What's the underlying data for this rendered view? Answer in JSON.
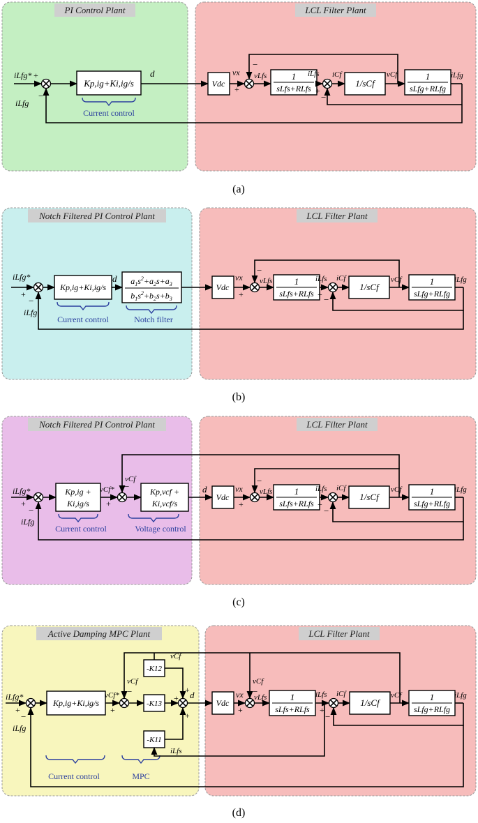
{
  "colors": {
    "pi_panel": "#c4efc2",
    "notch_panel": "#c9efee",
    "voltage_panel": "#e9bde9",
    "mpc_panel": "#f8f6bd",
    "lcl_panel": "#f7bcbb",
    "title_tab": "#cfcfcf",
    "brace_blue": "#2b3f9e"
  },
  "panels": {
    "a": {
      "caption": "(a)",
      "left_title": "PI Control Plant",
      "right_title": "LCL Filter Plant",
      "ctrl_block": "Kp,ig+Ki,ig/s",
      "ctrl_label": "Current control"
    },
    "b": {
      "caption": "(b)",
      "left_title": "Notch Filtered PI Control Plant",
      "right_title": "LCL Filter Plant",
      "ctrl_block": "Kp,ig+Ki,ig/s",
      "ctrl_label": "Current control",
      "notch_label": "Notch filter"
    },
    "c": {
      "caption": "(c)",
      "left_title": "Notch Filtered PI Control Plant",
      "right_title": "LCL Filter Plant",
      "ctrl_block_l1": "Kp,ig +",
      "ctrl_block_l2": "Ki,ig/s",
      "volt_block_l1": "Kp,vcf +",
      "volt_block_l2": "Ki,vcf/s",
      "ctrl_label": "Current control",
      "volt_label": "Voltage control"
    },
    "d": {
      "caption": "(d)",
      "left_title": "Active Damping MPC Plant",
      "right_title": "LCL Filter Plant",
      "ctrl_block": "Kp,ig+Ki,ig/s",
      "ctrl_label": "Current control",
      "mpc_label": "MPC",
      "k11": "-K11",
      "k12": "-K12",
      "k13": "-K13"
    }
  },
  "plant": {
    "vdc": "Vdc",
    "cap_block": "1/sCf",
    "inverter_tf": {
      "num": "1",
      "den": "sLfs+RLfs"
    },
    "grid_tf": {
      "num": "1",
      "den": "sLfg+RLfg"
    }
  },
  "signals": {
    "d": "d",
    "vx": "vx",
    "vLfs": "vLfs",
    "iLfs": "iLfs",
    "iCf": "iCf",
    "vCf": "vCf",
    "iLfg": "iLfg",
    "iLfg_ref": "iLfg*",
    "vCf_ref": "vCf*",
    "plus": "+",
    "minus": "−"
  }
}
